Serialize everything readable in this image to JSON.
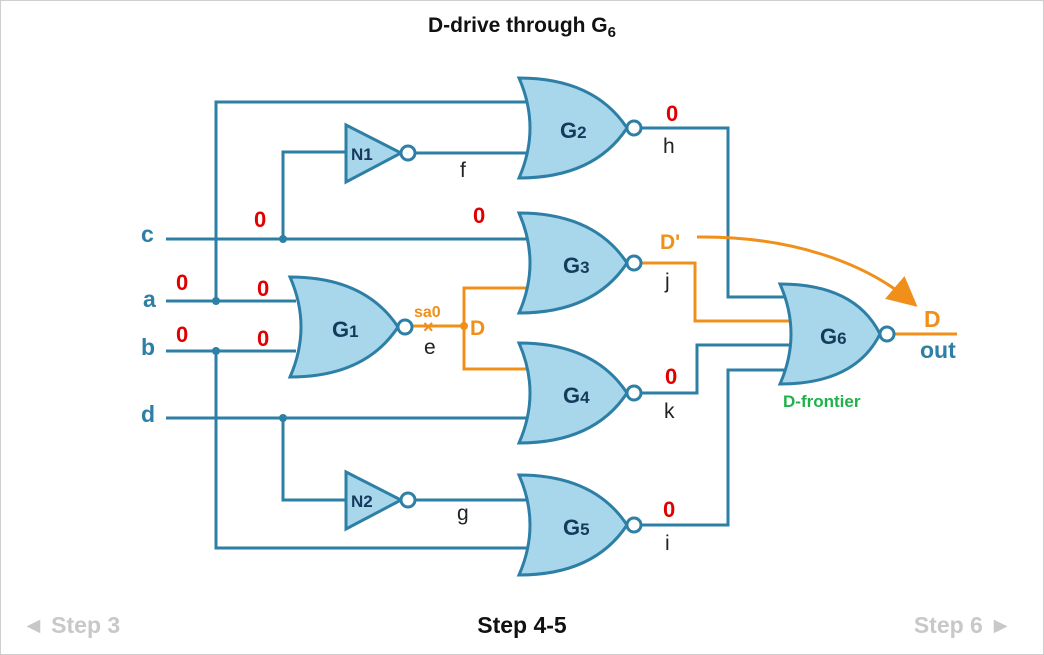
{
  "title": "D-drive through G",
  "title_sub": "6",
  "nav": {
    "prev": "◄ Step 3",
    "current": "Step 4-5",
    "next": "Step 6 ►"
  },
  "inputs": {
    "c": "c",
    "a": "a",
    "b": "b",
    "d": "d"
  },
  "gates": {
    "g1": "G",
    "g1_sub": "1",
    "g2": "G",
    "g2_sub": "2",
    "g3": "G",
    "g3_sub": "3",
    "g4": "G",
    "g4_sub": "4",
    "g5": "G",
    "g5_sub": "5",
    "g6": "G",
    "g6_sub": "6"
  },
  "inverters": {
    "n1": "N1",
    "n2": "N2"
  },
  "nets": {
    "e": "e",
    "f": "f",
    "g": "g",
    "h": "h",
    "i": "i",
    "j": "j",
    "k": "k"
  },
  "values": {
    "zero": "0",
    "fault": "sa0",
    "fault_mark": "×",
    "d": "D",
    "dbar": "D'",
    "out_d": "D",
    "output": "out",
    "frontier": "D-frontier"
  },
  "colors": {
    "wire": "#2e7fa6",
    "gate_fill": "#a8d6eb",
    "path": "#f0901a",
    "zero": "#e00000",
    "frontier": "#1fb24a"
  }
}
